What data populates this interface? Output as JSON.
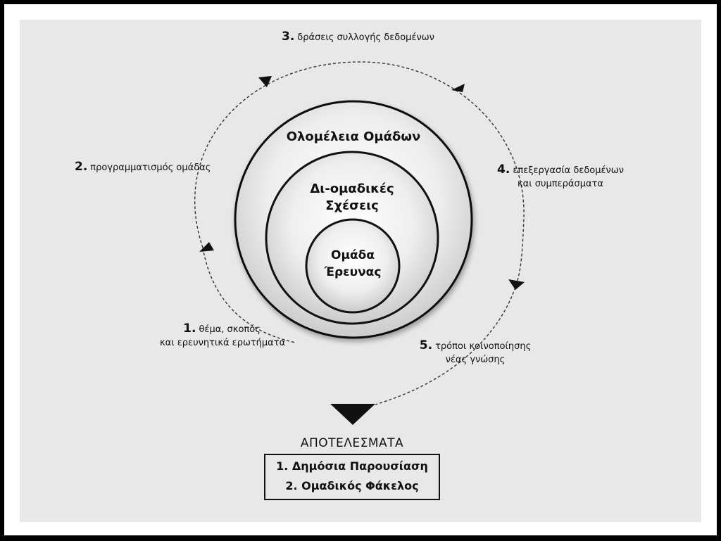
{
  "steps": [
    {
      "num": "1.",
      "lines": [
        "θέμα, σκοπός",
        "και ερευνητικά ερωτήματα"
      ]
    },
    {
      "num": "2.",
      "lines": [
        "προγραμματισμός ομάδας"
      ]
    },
    {
      "num": "3.",
      "lines": [
        "δράσεις συλλογής δεδομένων"
      ]
    },
    {
      "num": "4.",
      "lines": [
        "επεξεργασία δεδομένων",
        "και συμπεράσματα"
      ]
    },
    {
      "num": "5.",
      "lines": [
        "τρόποι κοινοποίησης",
        "νέας γνώσης"
      ]
    }
  ],
  "circles": {
    "outer": "Ολομέλεια Ομάδων",
    "middle_line1": "Δι-ομαδικές",
    "middle_line2": "Σχέσεις",
    "inner_line1": "Ομάδα",
    "inner_line2": "Έρευνας"
  },
  "results": {
    "title": "ΑΠΟΤΕΛΕΣΜΑΤΑ",
    "items": [
      "1. Δημόσια Παρουσίαση",
      "2. Ομαδικός Φάκελος"
    ]
  }
}
